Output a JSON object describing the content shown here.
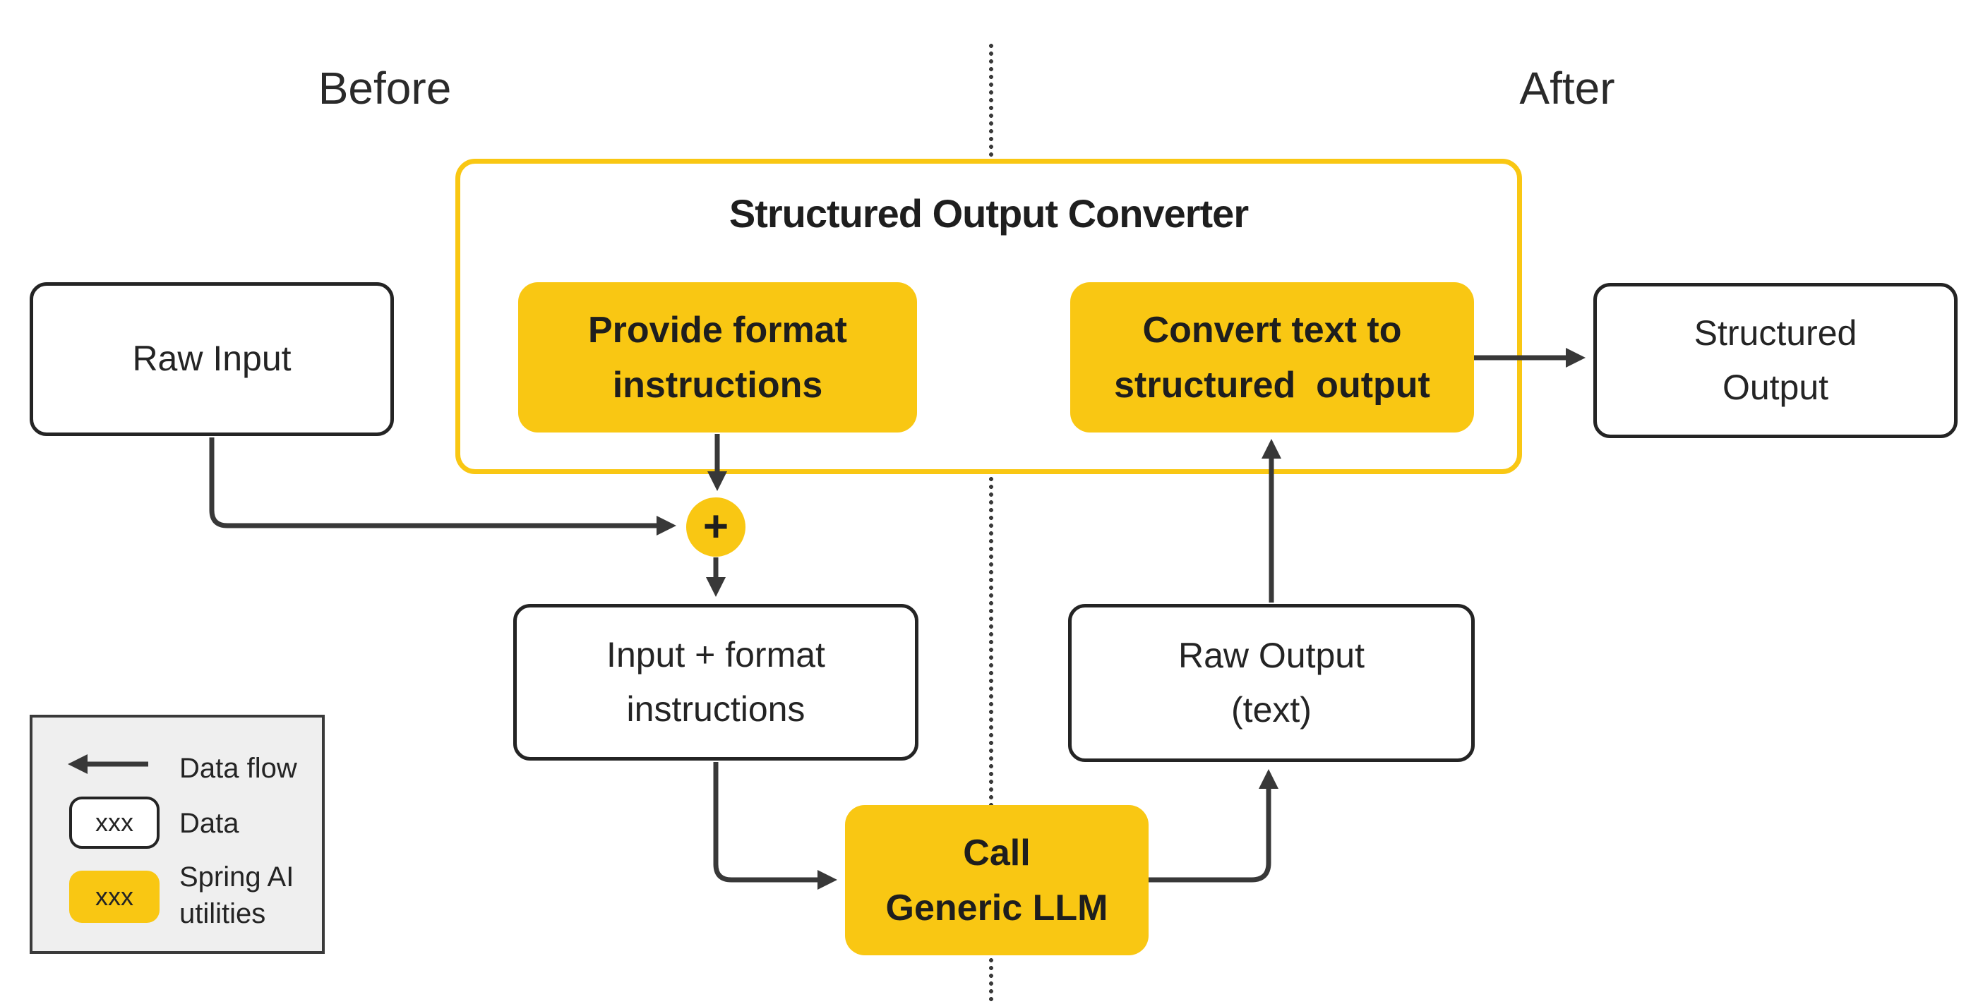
{
  "diagram": {
    "before_label": "Before",
    "after_label": "After",
    "group_title": "Structured Output Converter",
    "nodes": {
      "raw_input": "Raw Input",
      "provide_format": "Provide format\ninstructions",
      "convert_text": "Convert text to\nstructured  output",
      "structured_output": "Structured\nOutput",
      "input_format": "Input + format\ninstructions",
      "raw_output": "Raw Output\n(text)",
      "call_llm": "Call\nGeneric LLM",
      "plus": "+"
    },
    "legend": {
      "data_flow_label": "Data flow",
      "data_label": "Data",
      "spring_label": "Spring AI\nutilities",
      "sample_text": "xxx"
    },
    "colors": {
      "accent_yellow": "#F9C713",
      "stroke_dark": "#383838",
      "legend_background": "#EFEFEF"
    }
  }
}
